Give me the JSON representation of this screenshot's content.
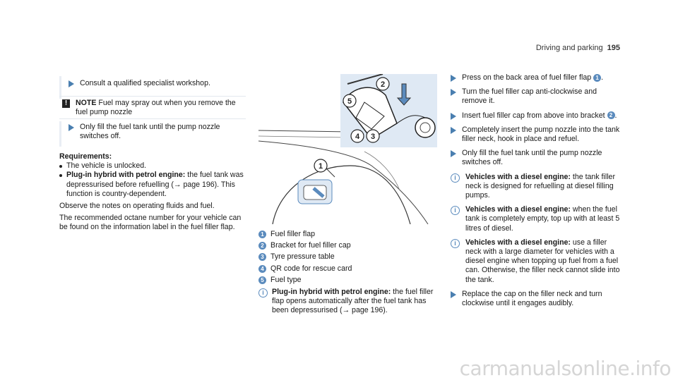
{
  "header": {
    "section": "Driving and parking",
    "page": "195"
  },
  "col1": {
    "consult": "Consult a qualified specialist workshop.",
    "note_label": "NOTE",
    "note_text": "Fuel may spray out when you remove the fuel pump nozzle",
    "only_fill": "Only fill the fuel tank until the pump nozzle switches off.",
    "requirements_title": "Requirements:",
    "req1": "The vehicle is unlocked.",
    "req2_bold": "Plug-in hybrid with petrol engine:",
    "req2_text": " the fuel tank was depressurised before refuelling (→ page 196). This function is country-dependent.",
    "observe": "Observe the notes on operating fluids and fuel.",
    "octane": "The recommended octane number for your vehicle can be found on the information label in the fuel filler flap."
  },
  "figure": {
    "callouts": [
      "1",
      "2",
      "3",
      "4",
      "5"
    ]
  },
  "legend": [
    {
      "num": "1",
      "text": "Fuel filler flap"
    },
    {
      "num": "2",
      "text": "Bracket for fuel filler cap"
    },
    {
      "num": "3",
      "text": "Tyre pressure table"
    },
    {
      "num": "4",
      "text": "QR code for rescue card"
    },
    {
      "num": "5",
      "text": "Fuel type"
    }
  ],
  "legend_info_bold": "Plug-in hybrid with petrol engine:",
  "legend_info_text": " the fuel filler flap opens automatically after the fuel tank has been depressurised (→ page 196).",
  "col3": {
    "s1_a": "Press on the back area of fuel filler flap ",
    "s1_num": "1",
    "s1_b": ".",
    "s2": "Turn the fuel filler cap anti-clockwise and remove it.",
    "s3_a": "Insert fuel filler cap from above into bracket ",
    "s3_num": "2",
    "s3_b": ".",
    "s4": "Completely insert the pump nozzle into the tank filler neck, hook in place and refuel.",
    "s5": "Only fill the fuel tank until the pump nozzle switches off.",
    "i1_bold": "Vehicles with a diesel engine:",
    "i1_text": " the tank filler neck is designed for refuelling at diesel filling pumps.",
    "i2_bold": "Vehicles with a diesel engine:",
    "i2_text": " when the fuel tank is completely empty, top up with at least 5 litres of diesel.",
    "i3_bold": "Vehicles with a diesel engine:",
    "i3_text": " use a filler neck with a large diameter for vehicles with a diesel engine when topping up fuel from a fuel can. Otherwise, the filler neck cannot slide into the tank.",
    "s6": "Replace the cap on the filler neck and turn clockwise until it engages audibly."
  },
  "watermark": "carmanualsonline.info",
  "colors": {
    "accent": "#5b8bbd",
    "triangle": "#4a7fb0",
    "callout_bg": "#dfe9f4"
  }
}
